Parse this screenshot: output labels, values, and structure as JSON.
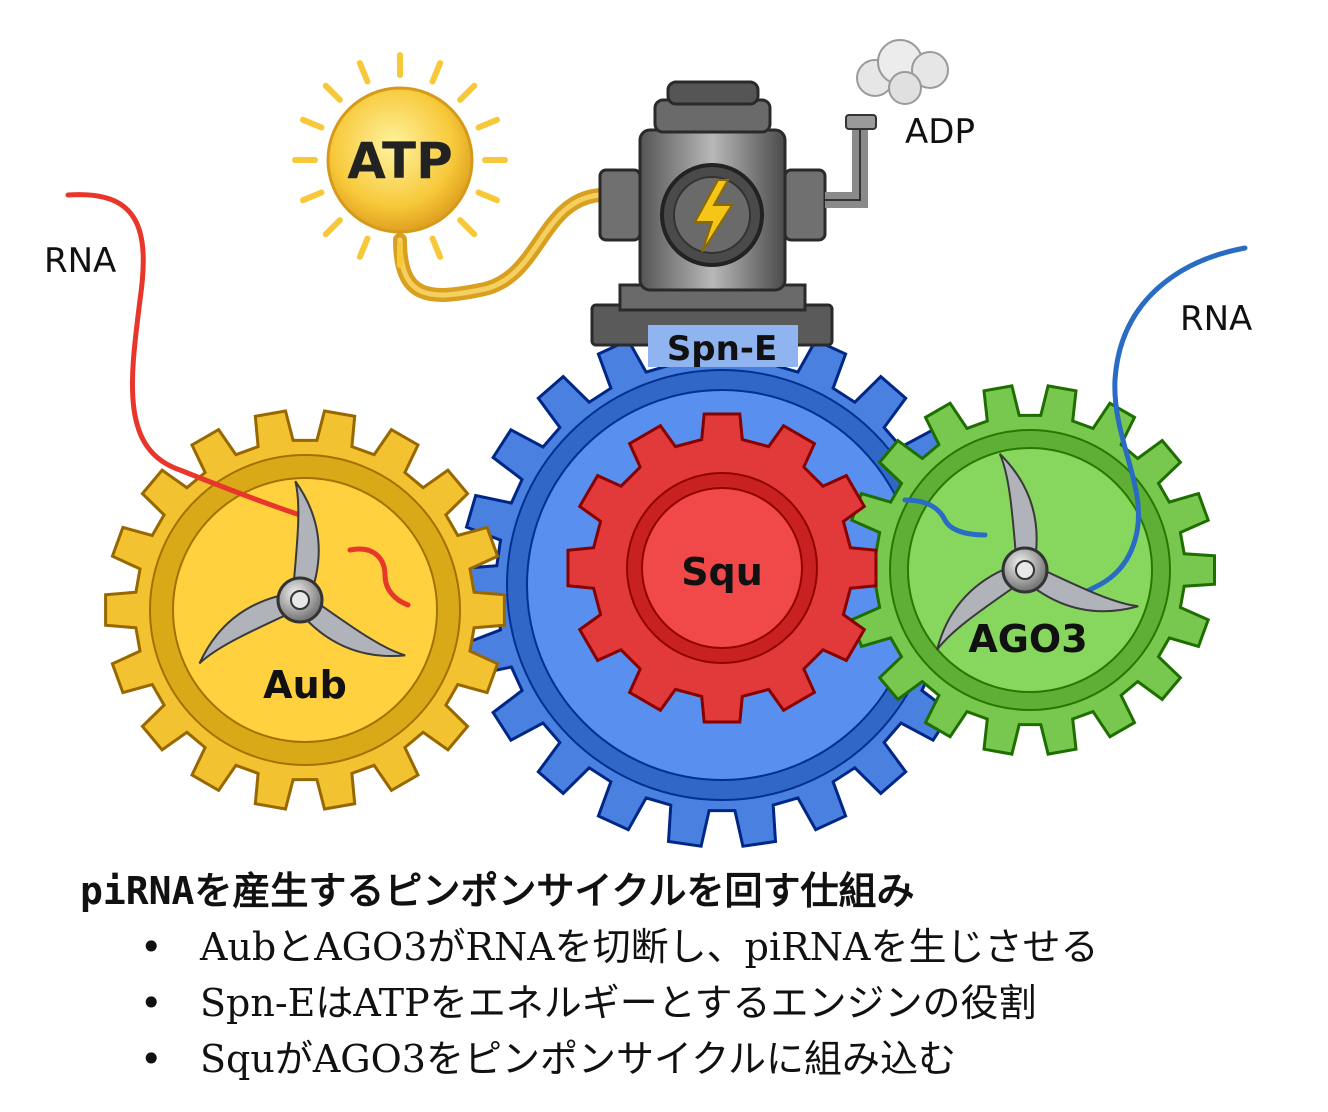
{
  "labels": {
    "atp": "ATP",
    "adp": "ADP",
    "rna_left": "RNA",
    "rna_right": "RNA",
    "spne": "Spn-E",
    "squ": "Squ",
    "aub": "Aub",
    "ago3": "AGO3"
  },
  "colors": {
    "aub_gear": "#f2c230",
    "spne_gear": "#4a80e0",
    "squ_gear": "#e23a3a",
    "ago3_gear": "#78c850",
    "rna_red": "#e8372a",
    "rna_blue": "#2a6cc4",
    "sun": "#f7c93a"
  },
  "icons": [
    "sun-icon",
    "engine-icon",
    "lightning-icon",
    "smoke-cloud-icon",
    "blade-icon"
  ],
  "caption": {
    "title": "piRNAを産生するピンポンサイクルを回す仕組み",
    "bullet_symbol": "•",
    "bullets": [
      "AubとAGO3がRNAを切断し、piRNAを生じさせる",
      "Spn-EはATPをエネルギーとするエンジンの役割",
      "SquがAGO3をピンポンサイクルに組み込む"
    ]
  }
}
